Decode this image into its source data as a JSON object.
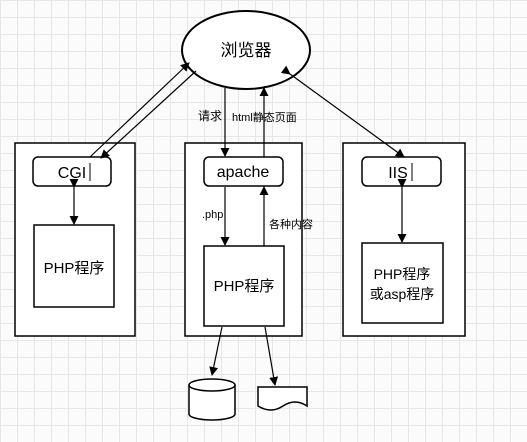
{
  "nodes": {
    "browser": "浏览器",
    "cgi": "CGI",
    "apache": "apache",
    "iis": "IIS",
    "php_left": "PHP程序",
    "php_center": "PHP程序",
    "php_right_line1": "PHP程序",
    "php_right_line2": "或asp程序"
  },
  "edge_labels": {
    "request": "请求",
    "html_static": "html静态页面",
    "php_ext": ".php",
    "various_content": "各种内容"
  }
}
